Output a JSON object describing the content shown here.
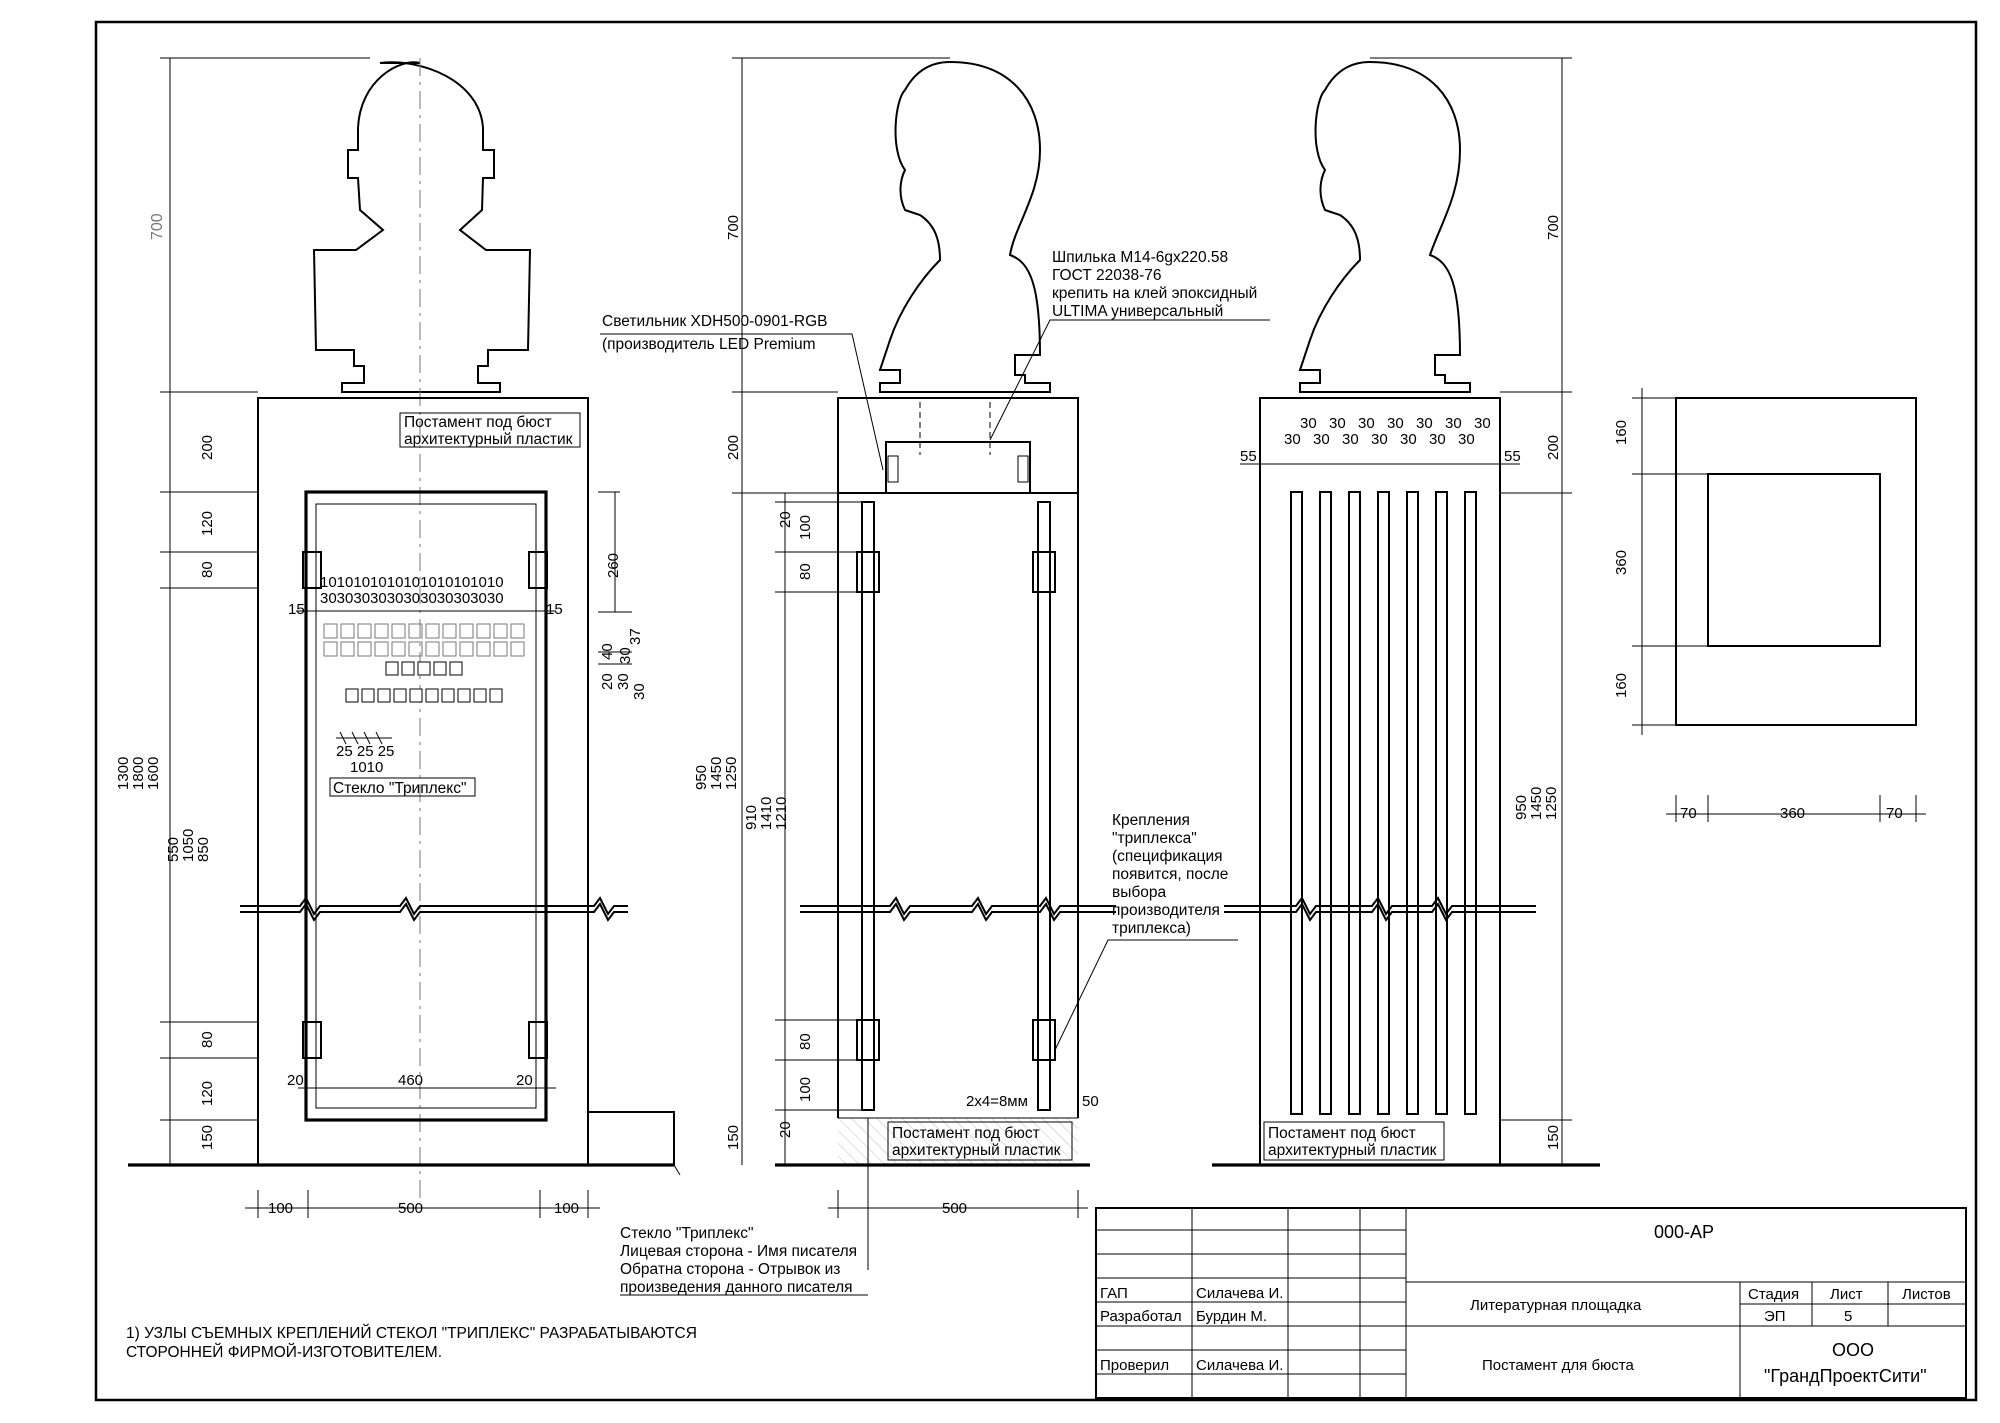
{
  "labels": {
    "pedestal_front": [
      "Постамент под бюст",
      "архитектурный пластик"
    ],
    "pedestal_side": [
      "Постамент под бюст",
      "архитектурный пластик"
    ],
    "pedestal_back": [
      "Постамент под бюст",
      "архитектурный пластик"
    ],
    "glass": "Стекло \"Триплекс\"",
    "lamp": [
      "Светильник  XDH500-0901-RGB",
      "(производитель LED Premium"
    ],
    "stud": [
      "Шпилька М14-6gx220.58",
      "ГОСТ 22038-76",
      "крепить на клей эпоксидный",
      "ULTIMA универсальный"
    ],
    "mounts": [
      "Крепления",
      "\"триплекса\"",
      "(спецификация",
      "появится, после",
      "выбора",
      "производителя",
      "триплекса)"
    ],
    "glass_note": [
      "Стекло \"Триплекс\"",
      "Лицевая сторона - Имя писателя",
      "Обратна сторона - Отрывок из",
      "произведения данного писателя"
    ],
    "side_gap": "2x4=8мм"
  },
  "note": [
    "1) УЗЛЫ СЪЕМНЫХ КРЕПЛЕНИЙ СТЕКОЛ \"ТРИПЛЕКС\" РАЗРАБАТЫВАЮТСЯ",
    "СТОРОННЕЙ ФИРМОЙ-ИЗГОТОВИТЕЛЕМ."
  ],
  "dims": {
    "front_left": [
      "700",
      "200",
      "120",
      "80",
      "80",
      "120",
      "150"
    ],
    "front_left_total": [
      "1300",
      "1800",
      "1600"
    ],
    "front_left_sub": [
      "550",
      "1050",
      "850"
    ],
    "front_right": [
      "260",
      "20",
      "40",
      "30",
      "30",
      "37",
      "30"
    ],
    "front_bottom": [
      "100",
      "500",
      "100"
    ],
    "front_inner": [
      "20",
      "460",
      "20"
    ],
    "front_edge": [
      "15",
      "15"
    ],
    "front_grid_top": "1010101010101010101010",
    "front_grid_bottom": "3030303030303030303030",
    "front_small_top": "25 25 25",
    "front_small_bottom": "1010",
    "side_left": [
      "700",
      "200",
      "20",
      "100",
      "80",
      "80",
      "100",
      "20",
      "150"
    ],
    "side_left_total": [
      "950",
      "1450",
      "1250"
    ],
    "side_left_sub": [
      "910",
      "1410",
      "1210"
    ],
    "side_right": "50",
    "side_bottom": "500",
    "back_right": [
      "700",
      "200",
      "150"
    ],
    "back_right_total": [
      "950",
      "1450",
      "1250"
    ],
    "back_top_row": [
      "30",
      "30",
      "30",
      "30",
      "30",
      "30",
      "30"
    ],
    "back_edge": [
      "55",
      "55"
    ],
    "top_left": [
      "160",
      "360",
      "160"
    ],
    "top_bottom": [
      "70",
      "360",
      "70"
    ]
  },
  "title_block": {
    "code": "000-АР",
    "project": "Литературная площадка",
    "sheet_name": "Постамент для бюста",
    "stage_header": "Стадия",
    "sheet_header": "Лист",
    "sheets_header": "Листов",
    "stage": "ЭП",
    "sheet": "5",
    "sheets": "",
    "roles": [
      {
        "role": "ГАП",
        "name": "Силачева И."
      },
      {
        "role": "Разработал",
        "name": "Бурдин М."
      },
      {
        "role": "Проверил",
        "name": "Силачева И."
      }
    ],
    "company": [
      "ООО",
      "\"ГрандПроектСити\""
    ]
  }
}
